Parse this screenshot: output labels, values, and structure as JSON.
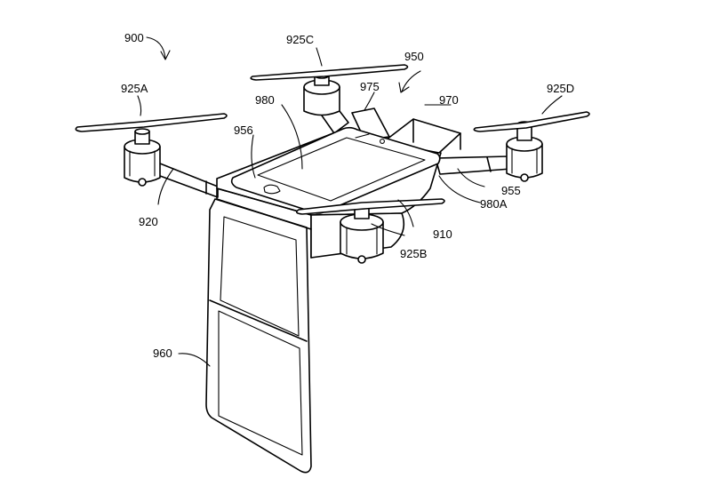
{
  "figure": {
    "labels": {
      "l900": "900",
      "l950": "950",
      "l925C": "925C",
      "l925A": "925A",
      "l975": "975",
      "l970": "970",
      "l925D": "925D",
      "l980": "980",
      "l956": "956",
      "l955": "955",
      "l980A": "980A",
      "l920": "920",
      "l910": "910",
      "l925B": "925B",
      "l960": "960"
    }
  }
}
